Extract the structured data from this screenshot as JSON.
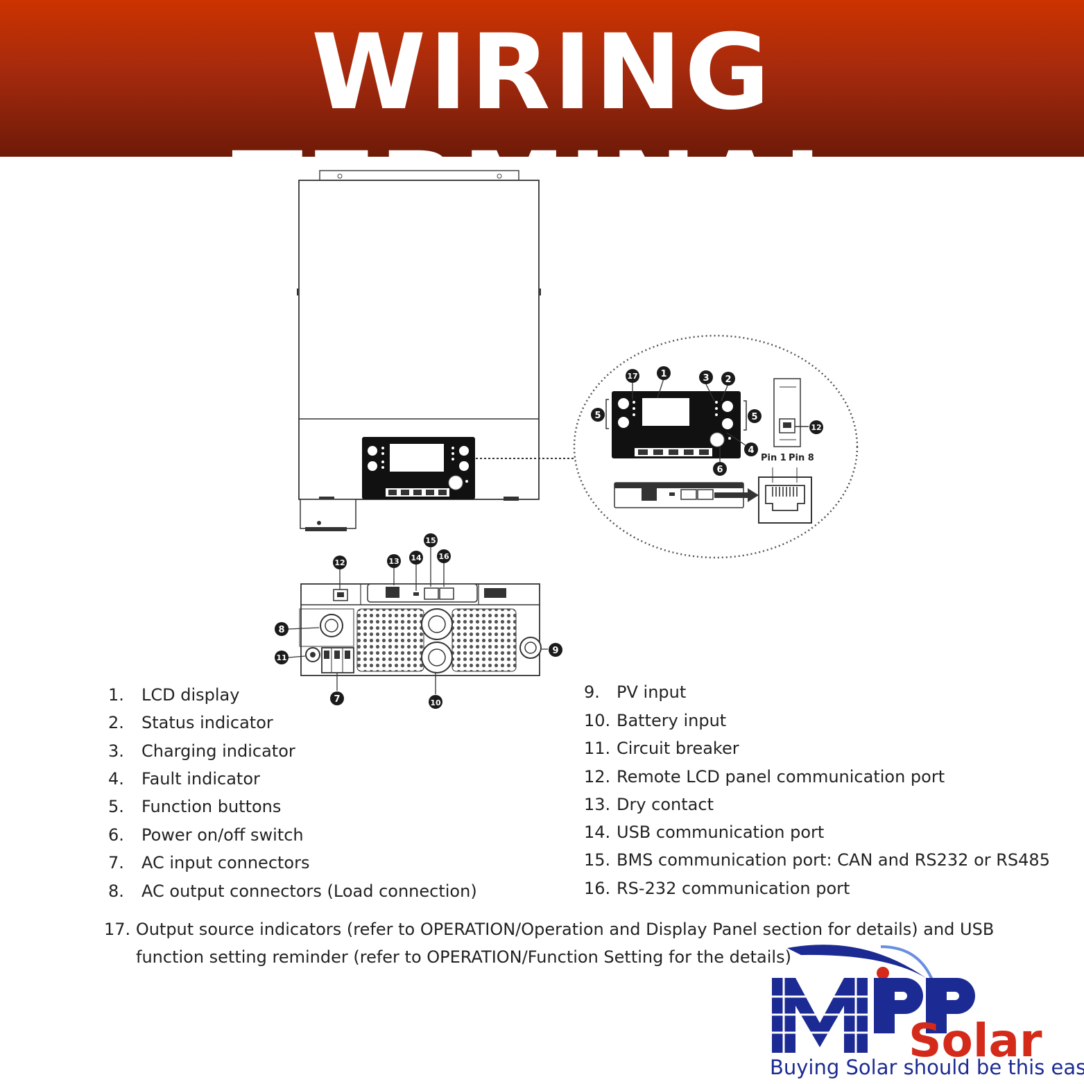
{
  "header": {
    "title": "WIRING TERMINAL"
  },
  "callouts": {
    "c1": "1",
    "c2": "2",
    "c3": "3",
    "c4": "4",
    "c5": "5",
    "c6": "6",
    "c7": "7",
    "c8": "8",
    "c9": "9",
    "c10": "10",
    "c11": "11",
    "c12": "12",
    "c13": "13",
    "c14": "14",
    "c15": "15",
    "c16": "16",
    "c17": "17"
  },
  "pins": {
    "pin1": "Pin 1",
    "pin8": "Pin 8"
  },
  "legend_left": [
    {
      "num": "1.",
      "label": "LCD display"
    },
    {
      "num": "2.",
      "label": "Status indicator"
    },
    {
      "num": "3.",
      "label": "Charging indicator"
    },
    {
      "num": "4.",
      "label": "Fault indicator"
    },
    {
      "num": "5.",
      "label": "Function buttons"
    },
    {
      "num": "6.",
      "label": "Power on/off switch"
    },
    {
      "num": "7.",
      "label": "AC input connectors"
    },
    {
      "num": "8.",
      "label": "AC output connectors (Load connection)"
    }
  ],
  "legend_right": [
    {
      "num": "9.",
      "label": "PV input"
    },
    {
      "num": "10.",
      "label": "Battery input"
    },
    {
      "num": "11.",
      "label": "Circuit breaker"
    },
    {
      "num": "12.",
      "label": "Remote LCD panel communication port"
    },
    {
      "num": "13.",
      "label": "Dry contact"
    },
    {
      "num": "14.",
      "label": "USB communication port"
    },
    {
      "num": "15.",
      "label": "BMS communication port: CAN and RS232 or RS485"
    },
    {
      "num": "16.",
      "label": "RS-232 communication port"
    }
  ],
  "note": {
    "num": "17.",
    "line1": "Output source indicators (refer to OPERATION/Operation and Display Panel section for details) and USB",
    "line2": "function setting reminder (refer to OPERATION/Function Setting for the details)"
  },
  "logo": {
    "wordmark": "MPP Solar",
    "tagline": "Buying Solar should be this easy"
  },
  "colors": {
    "banner": "#b22a0a",
    "logo_blue": "#1c2a93",
    "logo_red": "#d42a1a"
  }
}
